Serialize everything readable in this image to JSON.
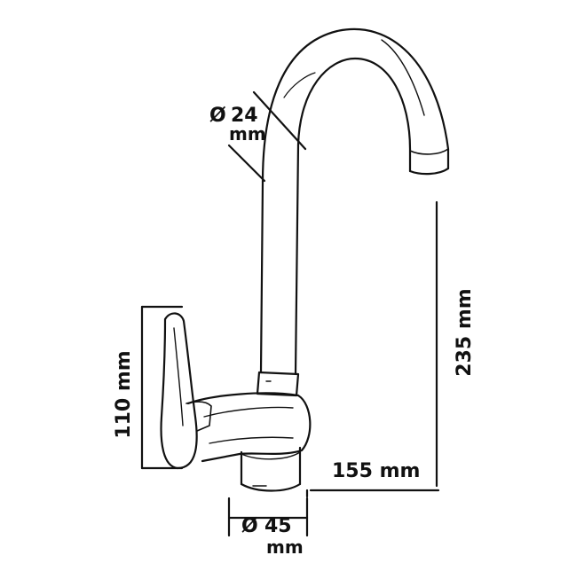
{
  "dimensions": {
    "spout_diameter": {
      "symbol": "Ø",
      "value": "24",
      "unit": "mm"
    },
    "handle_height": "110 mm",
    "total_height": "235 mm",
    "spout_reach": "155 mm",
    "base_diameter": {
      "symbol": "Ø",
      "value": "45",
      "unit": "mm"
    }
  },
  "colors": {
    "ink": "#111111",
    "background": "#ffffff"
  }
}
